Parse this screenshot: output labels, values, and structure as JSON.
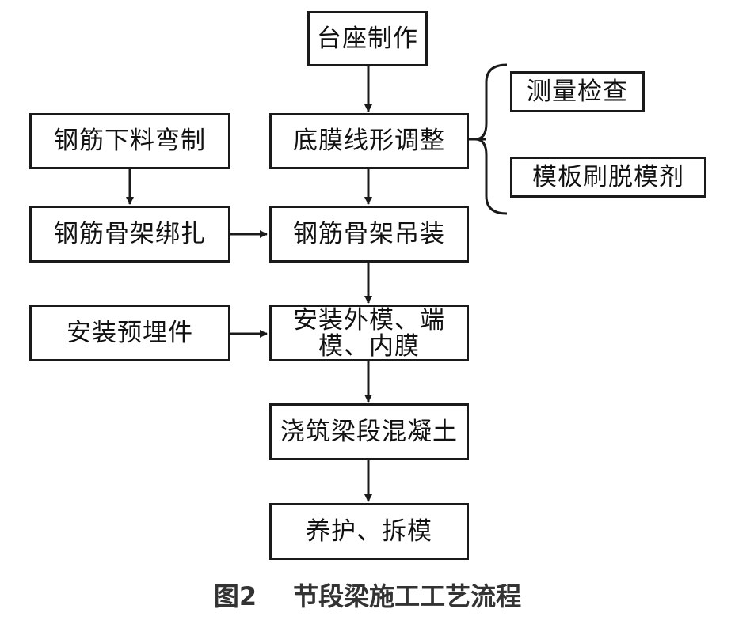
{
  "diagram": {
    "main_flow": [
      {
        "id": "pedestal",
        "label": "台座制作"
      },
      {
        "id": "bottom_mold",
        "label": "底膜线形调整"
      },
      {
        "id": "rebar_hoist",
        "label": "钢筋骨架吊装"
      },
      {
        "id": "formwork",
        "label_line1": "安装外模、端",
        "label_line2": "模、内膜"
      },
      {
        "id": "pour",
        "label": "浇筑梁段混凝土"
      },
      {
        "id": "cure",
        "label": "养护、拆模"
      }
    ],
    "left_branch": [
      {
        "id": "rebar_cut",
        "label": "钢筋下料弯制"
      },
      {
        "id": "rebar_tie",
        "label": "钢筋骨架绑扎"
      },
      {
        "id": "embed",
        "label": "安装预埋件"
      }
    ],
    "right_bracket_items": [
      {
        "id": "survey",
        "label": "测量检查"
      },
      {
        "id": "release_agent",
        "label": "模板刷脱模剂"
      }
    ]
  },
  "caption": {
    "number": "图2",
    "title": "节段梁施工工艺流程"
  }
}
